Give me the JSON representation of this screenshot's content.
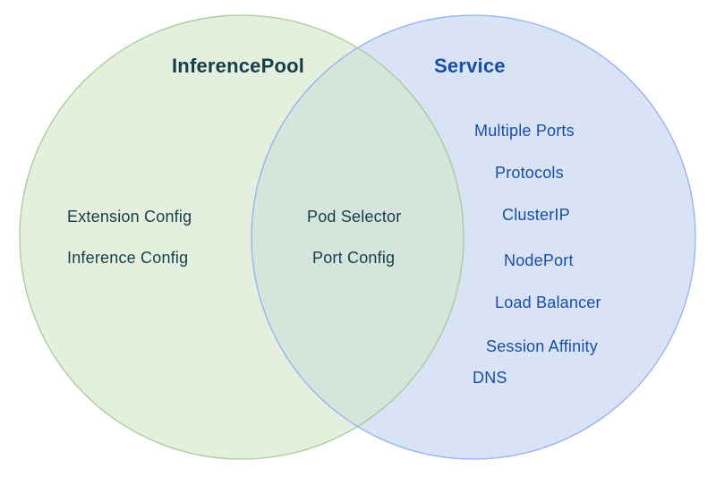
{
  "venn": {
    "left": {
      "title": "InferencePool",
      "items": [
        "Extension Config",
        "Inference Config"
      ]
    },
    "intersection": {
      "items": [
        "Pod Selector",
        "Port Config"
      ]
    },
    "right": {
      "title": "Service",
      "items": [
        "Multiple Ports",
        "Protocols",
        "ClusterIP",
        "NodePort",
        "Load Balancer",
        "Session Affinity",
        "DNS"
      ]
    },
    "colors": {
      "background": "#ffffff",
      "left_fill": "#e5efdd",
      "left_stroke": "#a6cb99",
      "right_fill": "#dae3f6",
      "right_stroke": "#94b1ef",
      "intersection_fill": "#d6e5db",
      "left_text": "#143e4a",
      "right_text": "#174ea6"
    }
  }
}
